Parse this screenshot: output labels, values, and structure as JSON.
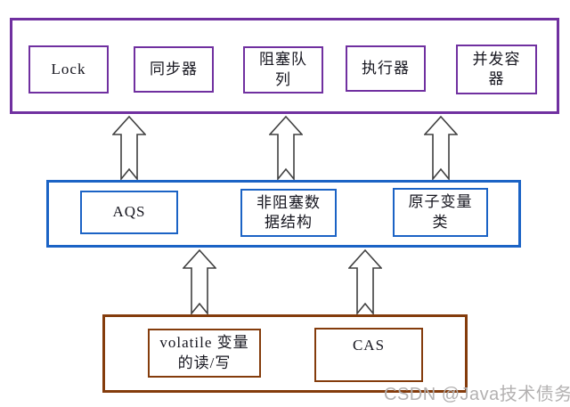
{
  "diagram": {
    "type": "layered-architecture",
    "direction": "arrows point upward from lower layer to upper layer",
    "colors": {
      "top_layer_border": "#7030A0",
      "middle_layer_border": "#1B63C5",
      "base_layer_border": "#843C0C",
      "arrow_outline": "#404040",
      "text": "#16161f"
    },
    "layers": [
      {
        "name": "high-level-utilities",
        "boxes": [
          {
            "label": "Lock"
          },
          {
            "label": "同步器"
          },
          {
            "label": "阻塞队\n列"
          },
          {
            "label": "执行器"
          },
          {
            "label": "并发容\n器"
          }
        ]
      },
      {
        "name": "intermediate-layer",
        "boxes": [
          {
            "label": "AQS"
          },
          {
            "label": "非阻塞数\n据结构"
          },
          {
            "label": "原子变量\n类"
          }
        ]
      },
      {
        "name": "base-layer",
        "boxes": [
          {
            "label": "volatile 变量\n的读/写"
          },
          {
            "label": "CAS"
          }
        ]
      }
    ],
    "arrows": {
      "base_to_middle_count": 2,
      "middle_to_top_count": 3
    }
  },
  "watermark": {
    "text": "CSDN @Java技术债务",
    "color": "#b3b1b1"
  }
}
